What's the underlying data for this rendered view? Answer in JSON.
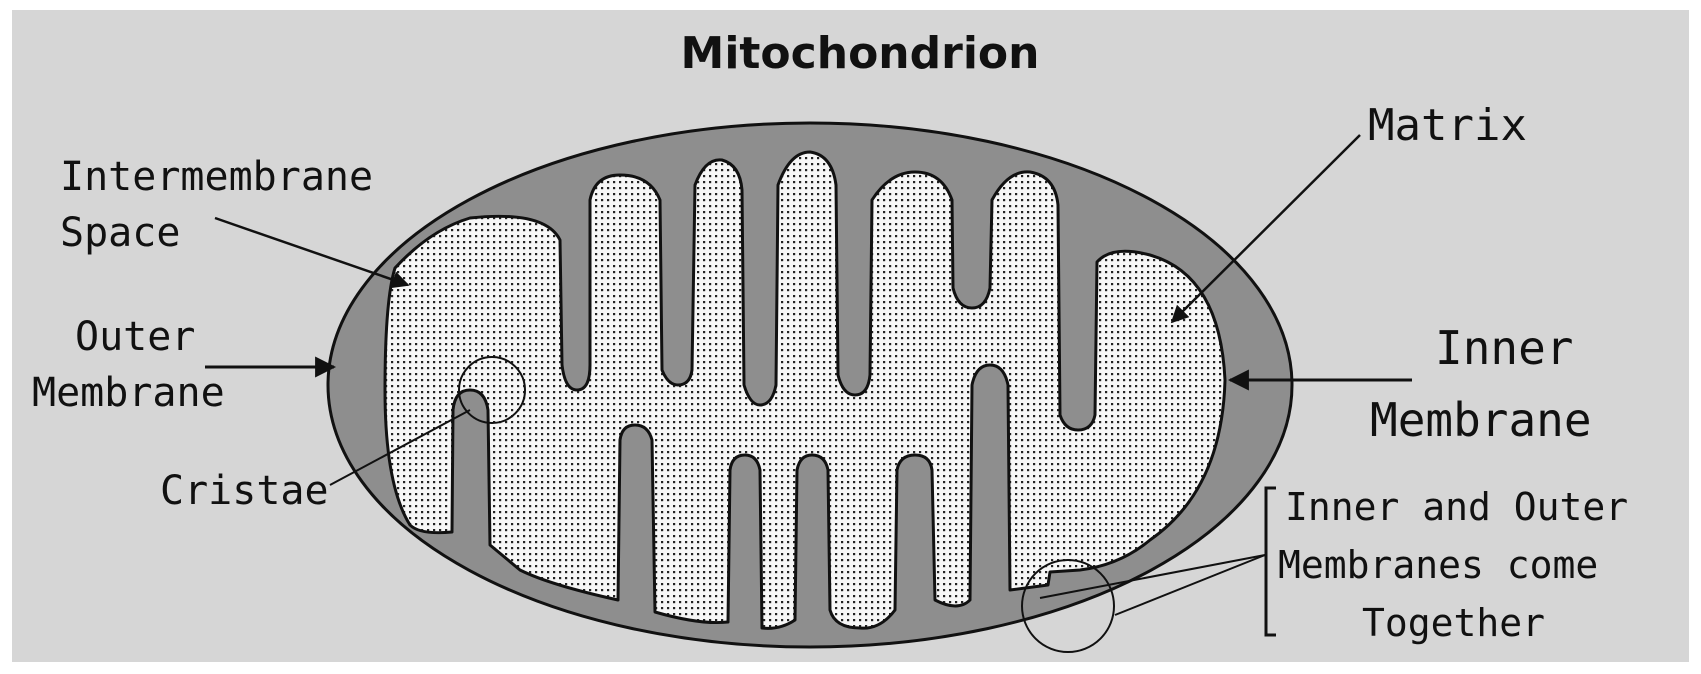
{
  "title": "Mitochondrion",
  "labels": {
    "intermembrane_line1": "Intermembrane",
    "intermembrane_line2": "Space",
    "outer_line1": "Outer",
    "outer_line2": "Membrane",
    "cristae": "Cristae",
    "matrix": "Matrix",
    "inner_line1": "Inner",
    "inner_line2": "Membrane",
    "together_line1": "Inner and Outer",
    "together_line2": "Membranes come",
    "together_line3": "Together"
  },
  "colors": {
    "background": "#d6d6d6",
    "membrane_gray": "#8e8e8e",
    "matrix_fill": "#f4f4f4",
    "outline": "#111111"
  }
}
